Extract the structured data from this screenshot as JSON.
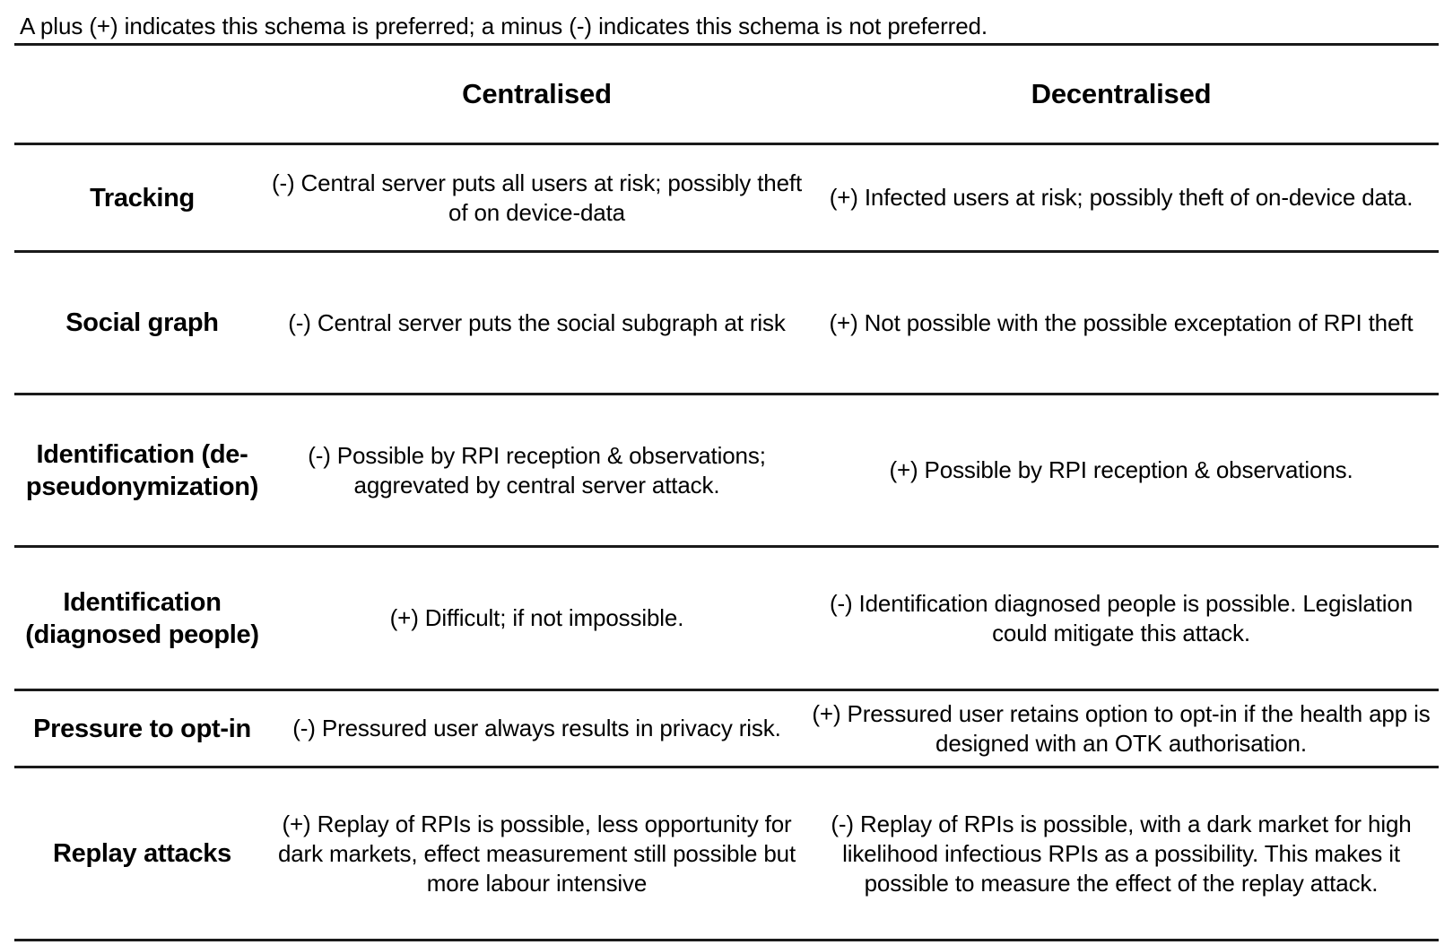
{
  "caption": "A plus (+) indicates this schema is preferred; a minus (-) indicates this schema is not preferred.",
  "table": {
    "headers": {
      "label_column": "",
      "centralised": "Centralised",
      "decentralised": "Decentralised"
    },
    "rows": [
      {
        "label": "Tracking",
        "centralised": "(-) Central server puts all users at risk; possibly theft of on device-data",
        "decentralised": "(+) Infected users at risk; possibly theft of on-device data."
      },
      {
        "label": "Social graph",
        "centralised": "(-) Central server puts the social subgraph at risk",
        "decentralised": "(+) Not possible with the possible exceptation of RPI theft"
      },
      {
        "label": "Identification (de-pseudonymization)",
        "centralised": "(-) Possible by RPI reception & observations; aggrevated by central server attack.",
        "decentralised": "(+) Possible by RPI reception & observations."
      },
      {
        "label": "Identification (diagnosed people)",
        "centralised": "(+) Difficult; if not impossible.",
        "decentralised": "(-) Identification diagnosed people is possible. Legislation could mitigate this attack."
      },
      {
        "label": "Pressure to opt-in",
        "centralised": "(-) Pressured user always results in privacy risk.",
        "decentralised": "(+) Pressured user retains option to opt-in if the health app is designed with an OTK authorisation."
      },
      {
        "label": "Replay attacks",
        "centralised": "(+) Replay of RPIs is possible, less opportunity for dark markets, effect measurement still possible but more labour intensive",
        "decentralised": "(-) Replay of RPIs is possible, with a dark market for high likelihood infectious RPIs as a possibility. This makes it possible to measure the effect of the replay attack."
      }
    ]
  },
  "colors": {
    "text": "#000000",
    "rule": "#1a1a1a",
    "background": "#ffffff"
  }
}
